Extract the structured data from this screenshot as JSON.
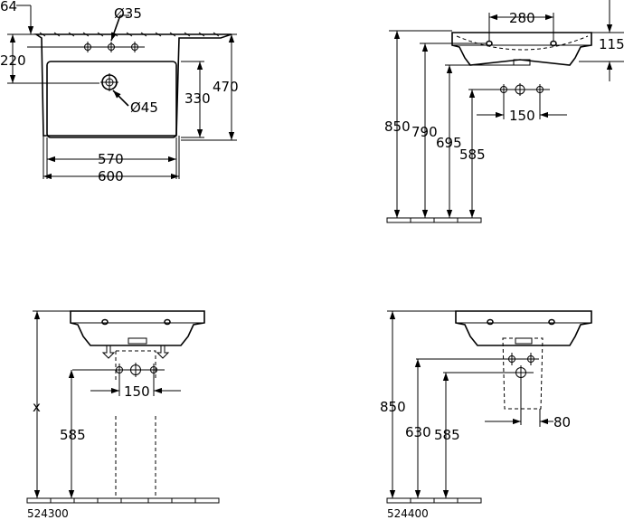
{
  "top_view": {
    "dim_overhang": "64",
    "dim_tap_hole": "Ø35",
    "dim_tap_depth": "220",
    "dim_bowl_depth": "330",
    "dim_total_depth": "470",
    "dim_waste": "Ø45",
    "dim_bowl_width": "570",
    "dim_total_width": "600"
  },
  "side_view": {
    "dim_fix_spacing": "280",
    "dim_rim_depth": "115",
    "dim_rim_height": "850",
    "dim_fix_height": "790",
    "dim_trap_height": "695",
    "dim_waste_height": "585",
    "dim_supply_spacing": "150"
  },
  "pedestal_view": {
    "dim_rim_height": "x",
    "dim_waste_height": "585",
    "dim_supply_spacing": "150",
    "model_number": "524300"
  },
  "semi_pedestal_view": {
    "dim_rim_height": "850",
    "dim_supply_height": "630",
    "dim_waste_height": "585",
    "dim_offset": "80",
    "model_number": "524400"
  }
}
